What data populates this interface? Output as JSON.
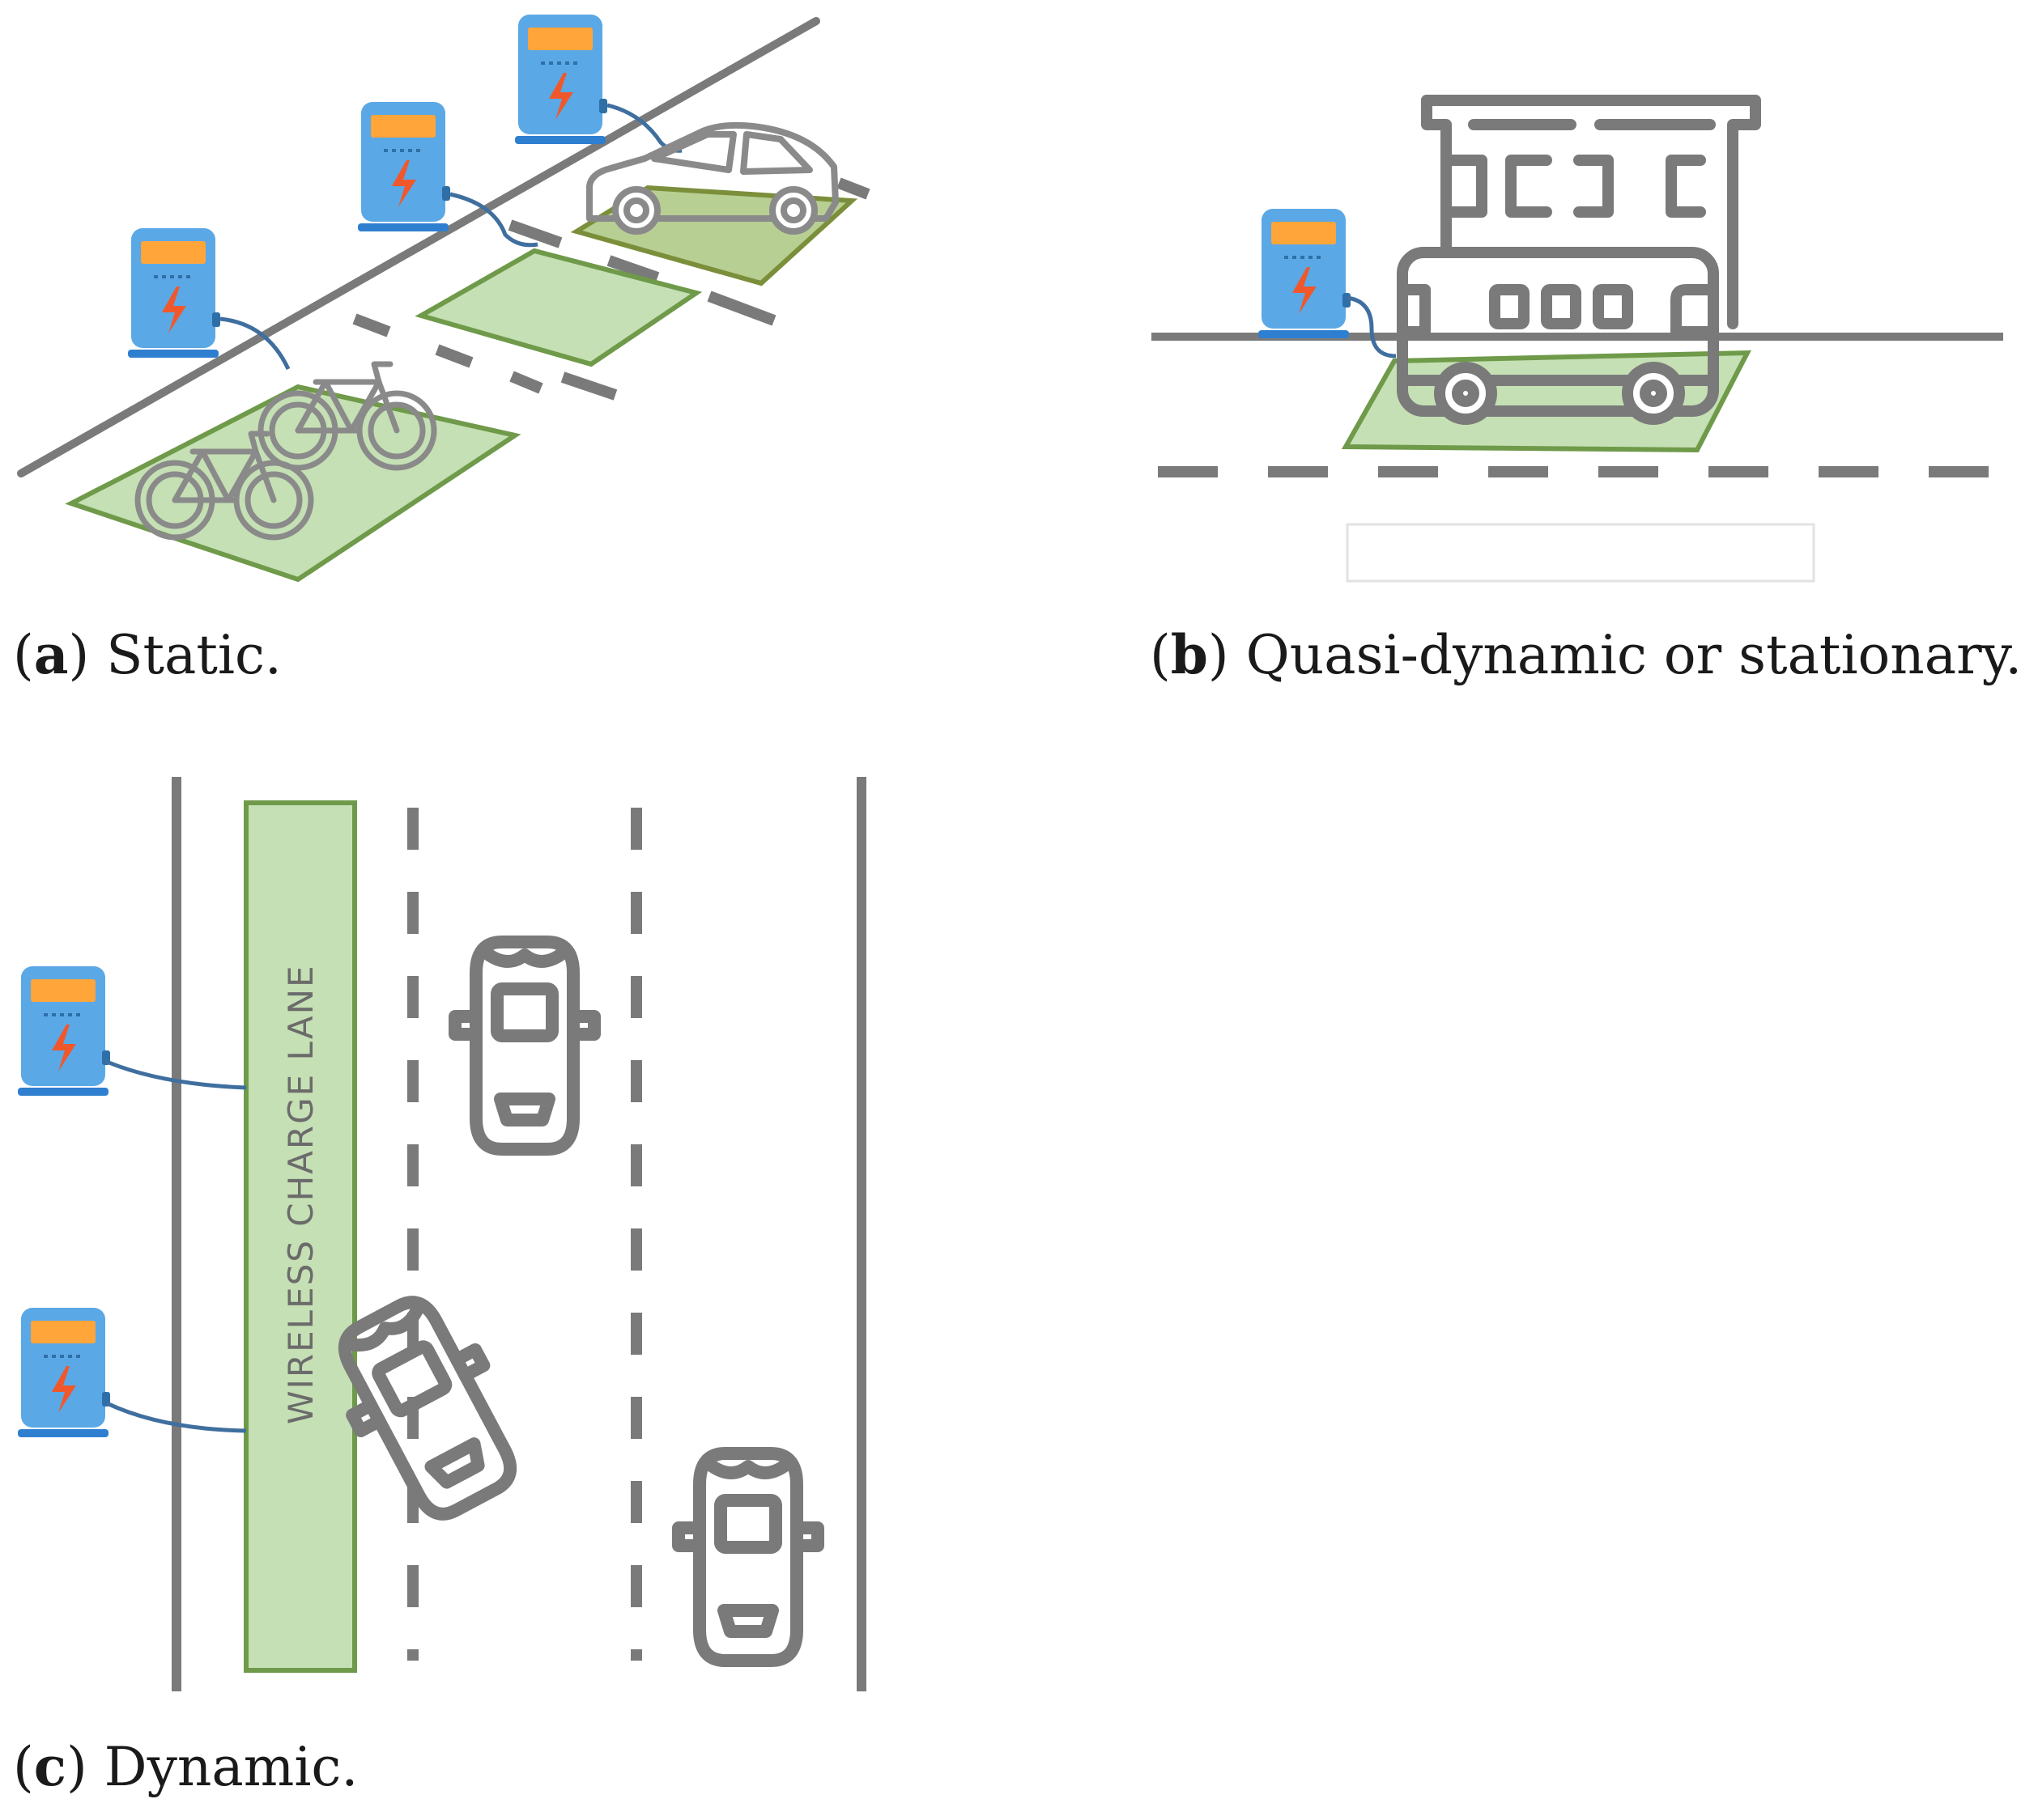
{
  "panels": {
    "a": {
      "letter": "a",
      "label": "Static."
    },
    "b": {
      "letter": "b",
      "label": "Quasi-dynamic or stationary."
    },
    "c": {
      "letter": "c",
      "label": "Dynamic.",
      "lane_label": "WIRELESS CHARGE LANE"
    }
  },
  "colors": {
    "pad_fill": "#c5e0b4",
    "pad_stroke": "#6f9a4a",
    "road": "#777777",
    "charger_body": "#5ba8e6",
    "charger_screen": "#ffa53a",
    "charger_bolt": "#f0582b",
    "cable": "#3f6f9f",
    "vehicle_outline": "#7a7a7a"
  },
  "icons": {
    "charger": "ev-charger-icon",
    "bicycle": "bicycle-icon",
    "car": "car-icon",
    "bus": "double-decker-bus-icon"
  }
}
